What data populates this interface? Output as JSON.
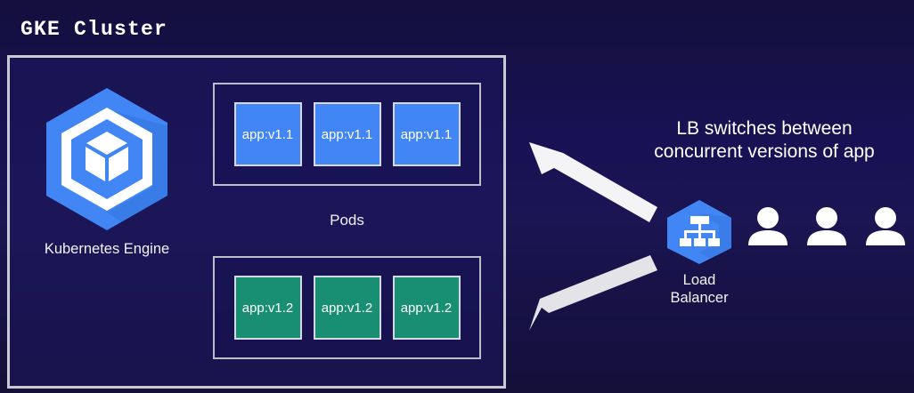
{
  "diagram": {
    "title": "GKE Cluster",
    "background_color": "#171145",
    "border_color": "#c9c9d4"
  },
  "cluster": {
    "engine": {
      "label": "Kubernetes Engine",
      "icon": "kubernetes-engine-hexagon-icon",
      "hex_color": "#4285f4"
    },
    "pods_label": "Pods",
    "pod_groups": [
      {
        "name": "v1.1",
        "color": "#4285f4",
        "pods": [
          {
            "label": "app:v1.1"
          },
          {
            "label": "app:v1.1"
          },
          {
            "label": "app:v1.1"
          }
        ]
      },
      {
        "name": "v1.2",
        "color": "#188f73",
        "pods": [
          {
            "label": "app:v1.2"
          },
          {
            "label": "app:v1.2"
          },
          {
            "label": "app:v1.2"
          }
        ]
      }
    ]
  },
  "right_panel": {
    "caption_line1": "LB switches between",
    "caption_line2": "concurrent versions of app",
    "load_balancer": {
      "label_line1": "Load",
      "label_line2": "Balancer",
      "icon": "load-balancer-tree-icon",
      "hex_color": "#4285f4"
    },
    "users": {
      "icon": "user-icon",
      "count": 3,
      "color": "#ffffff"
    }
  },
  "arrows": [
    {
      "name": "arrow-lb-to-v11",
      "direction": "up-left",
      "color": "#f2f2f2"
    },
    {
      "name": "arrow-lb-to-v12",
      "direction": "down-left",
      "color": "#e2e2e6"
    }
  ]
}
